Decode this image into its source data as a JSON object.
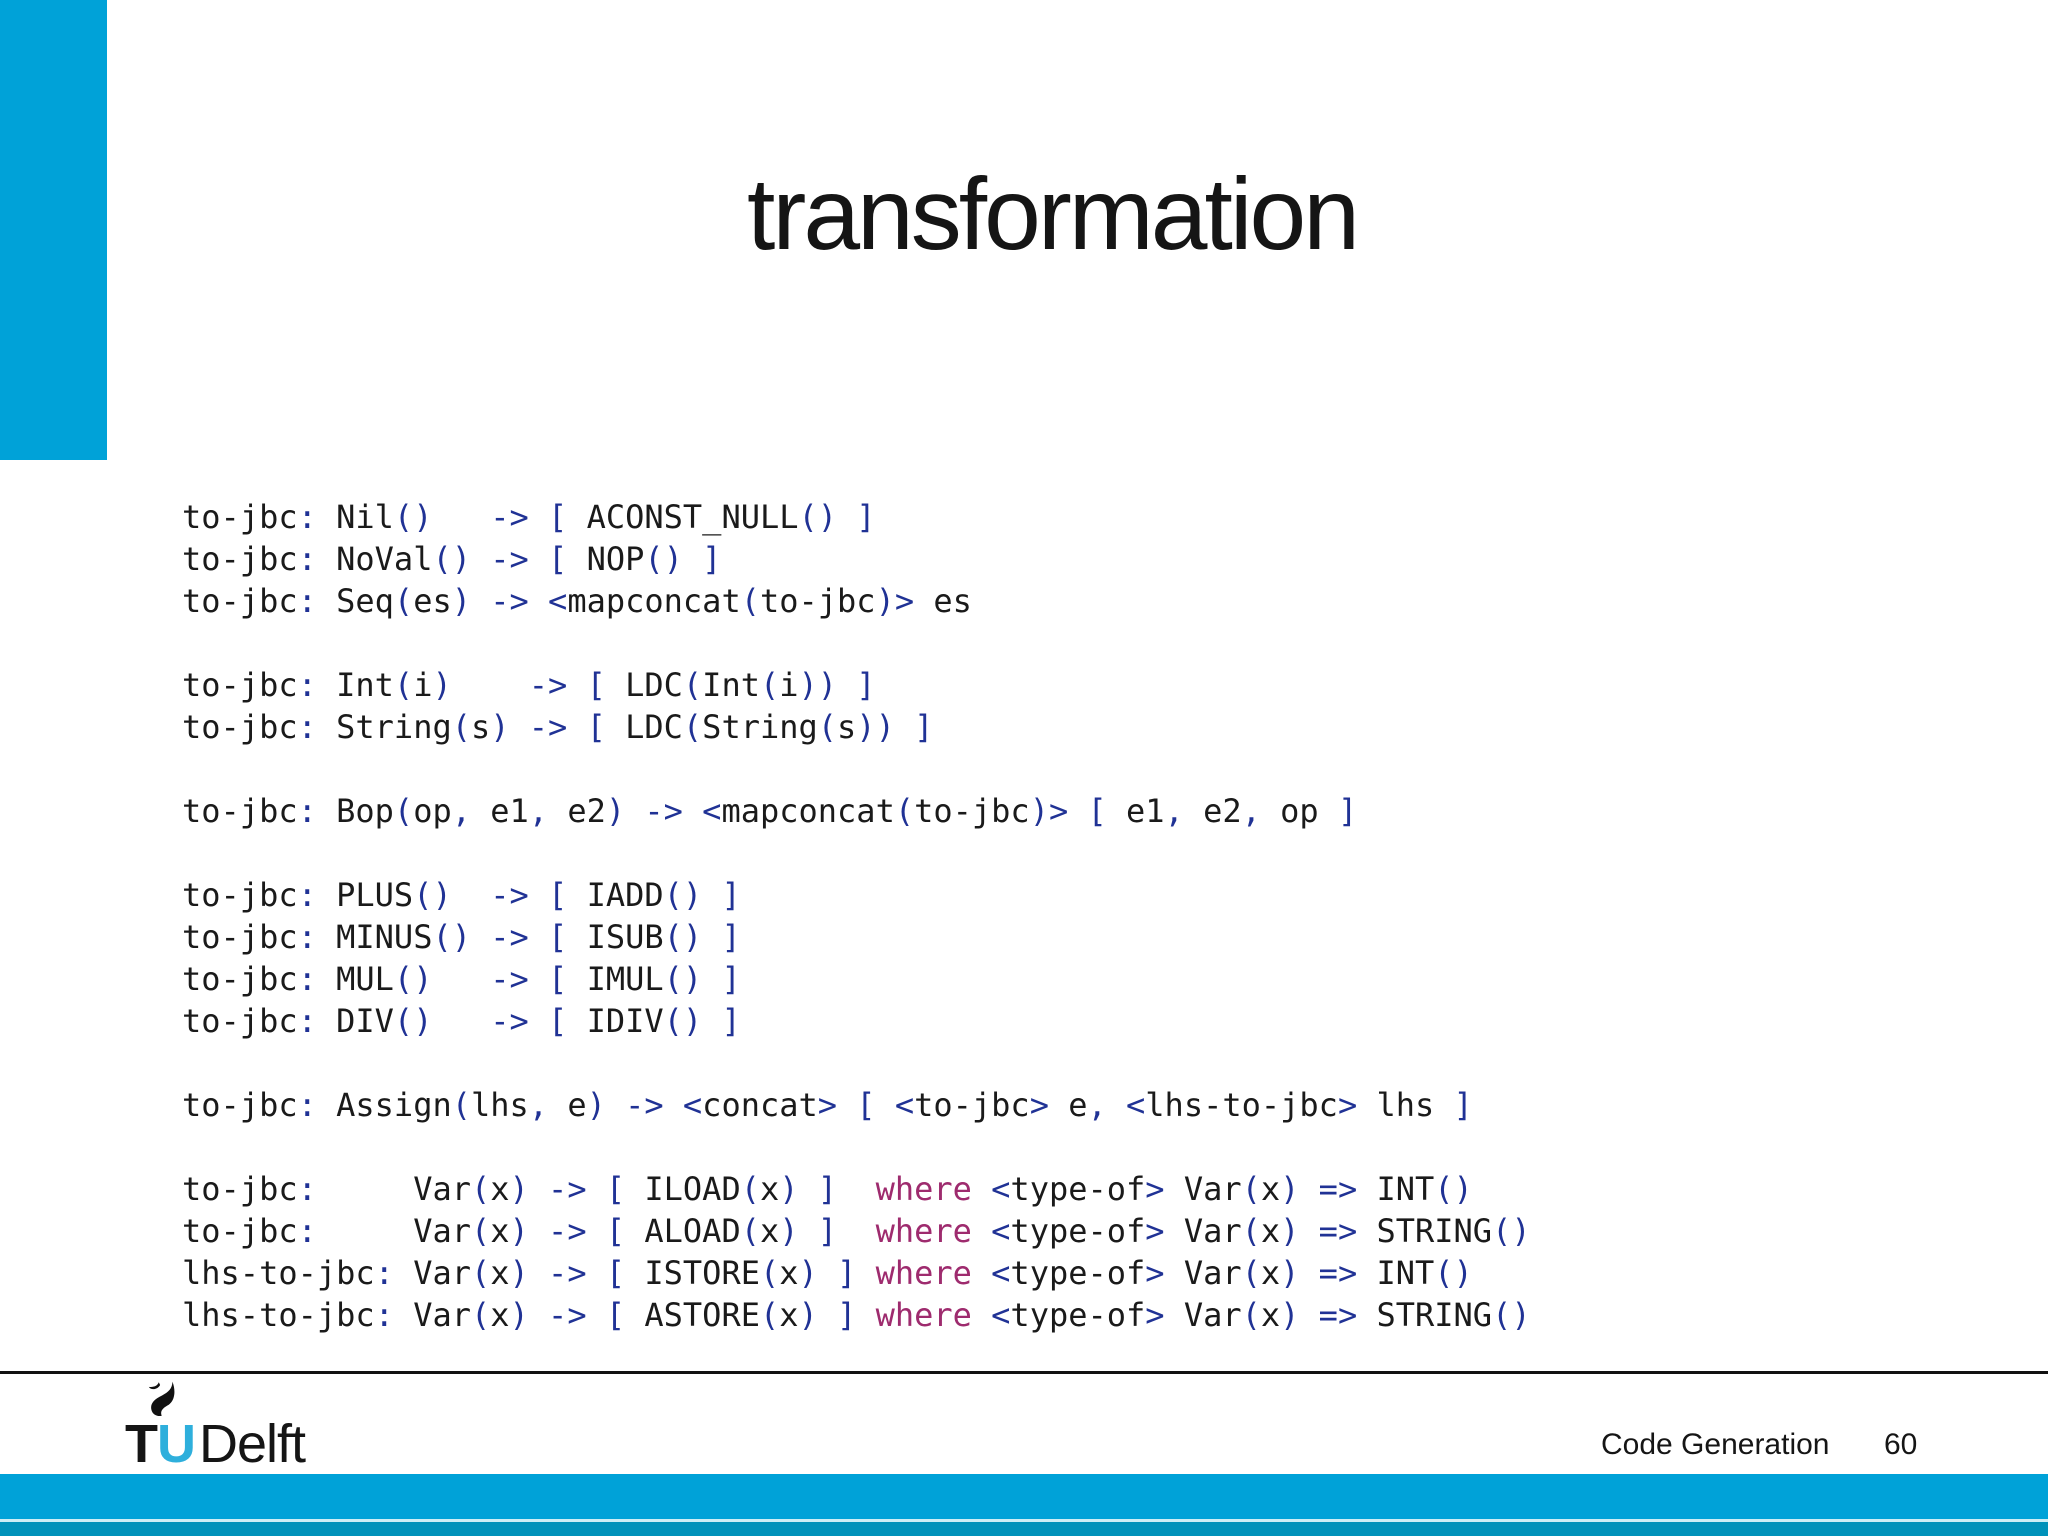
{
  "slide": {
    "title": "transformation",
    "colors": {
      "accent_cyan": "#00a2d8",
      "accent_cyan_dark": "#0092ba",
      "separator_light": "#cdeef5",
      "code_text": "#1a1a1a",
      "code_punctuation": "#203295",
      "code_keyword": "#9e2b6e",
      "logo_u_cyan": "#2eafdc",
      "divider_black": "#111111"
    },
    "code": {
      "lines": [
        "to-jbc: Nil()   -> [ ACONST_NULL() ]",
        "to-jbc: NoVal() -> [ NOP() ]",
        "to-jbc: Seq(es) -> <mapconcat(to-jbc)> es",
        "",
        "to-jbc: Int(i)    -> [ LDC(Int(i)) ]",
        "to-jbc: String(s) -> [ LDC(String(s)) ]",
        "",
        "to-jbc: Bop(op, e1, e2) -> <mapconcat(to-jbc)> [ e1, e2, op ]",
        "",
        "to-jbc: PLUS()  -> [ IADD() ]",
        "to-jbc: MINUS() -> [ ISUB() ]",
        "to-jbc: MUL()   -> [ IMUL() ]",
        "to-jbc: DIV()   -> [ IDIV() ]",
        "",
        "to-jbc: Assign(lhs, e) -> <concat> [ <to-jbc> e, <lhs-to-jbc> lhs ]",
        "",
        "to-jbc:     Var(x) -> [ ILOAD(x) ]  where <type-of> Var(x) => INT()",
        "to-jbc:     Var(x) -> [ ALOAD(x) ]  where <type-of> Var(x) => STRING()",
        "lhs-to-jbc: Var(x) -> [ ISTORE(x) ] where <type-of> Var(x) => INT()",
        "lhs-to-jbc: Var(x) -> [ ASTORE(x) ] where <type-of> Var(x) => STRING()"
      ]
    },
    "footer": {
      "logo": {
        "t": "T",
        "u": "U",
        "delft": "Delft"
      },
      "course": "Code Generation",
      "page_number": "60"
    }
  }
}
